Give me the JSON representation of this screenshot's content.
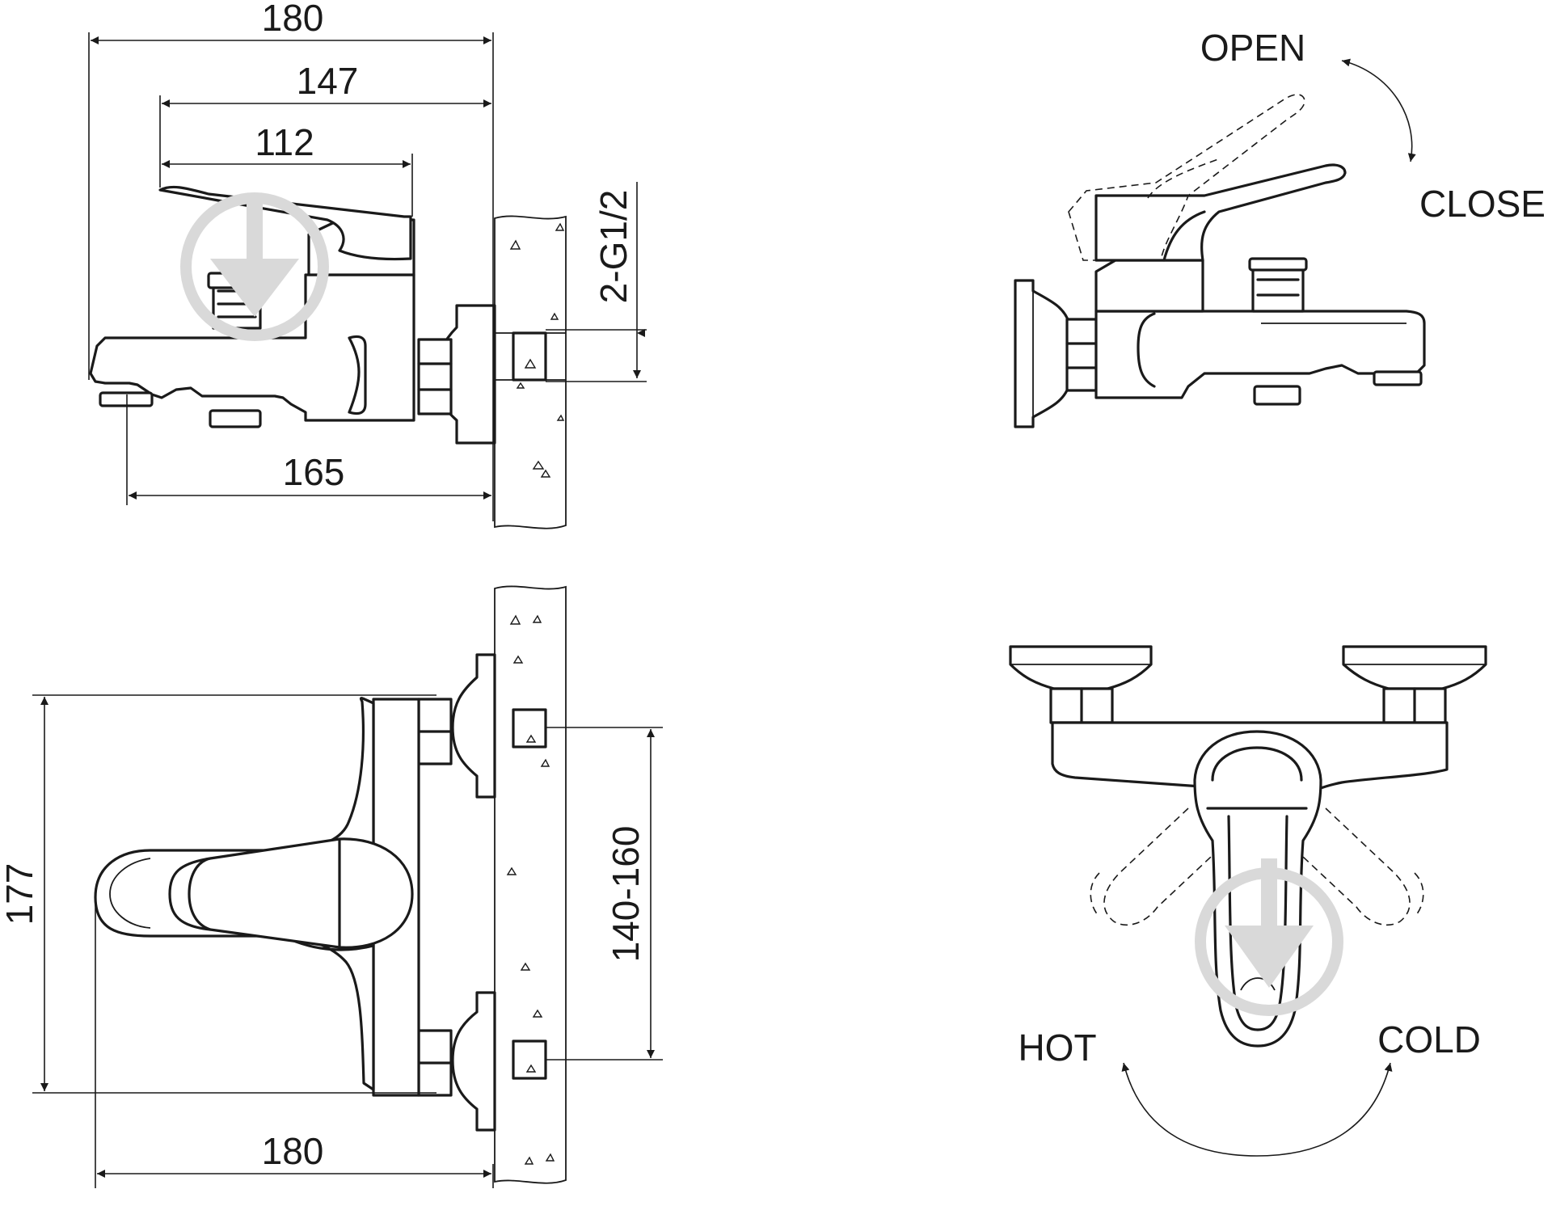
{
  "side_view": {
    "dim_total_length": "180",
    "dim_lever_to_wall": "147",
    "dim_lever_length": "112",
    "dim_spout_reach": "165",
    "thread_label": "2-G1/2"
  },
  "end_view": {
    "open_label": "OPEN",
    "close_label": "CLOSE"
  },
  "top_view": {
    "dim_height": "177",
    "dim_centers": "140-160",
    "dim_depth": "180"
  },
  "front_view": {
    "hot_label": "HOT",
    "cold_label": "COLD"
  },
  "watermark_icon": "download-arrow-circle-icon"
}
